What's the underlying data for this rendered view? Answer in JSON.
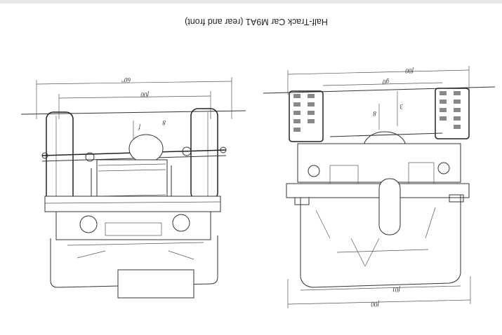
{
  "title": "Half-Track Car M9A1 (rear and front)",
  "colors": {
    "ink": "#333333",
    "paper": "#ffffff"
  },
  "left_view": {
    "dims": {
      "overall_top": "60\"",
      "inner_top": "f00",
      "small": "f",
      "small2": "8"
    }
  },
  "right_view": {
    "dims": {
      "overall_top": "f00",
      "inner_top": "g0",
      "small": "8",
      "side": "3",
      "bottom_inner": "f01",
      "bottom_outer": "f00"
    }
  }
}
